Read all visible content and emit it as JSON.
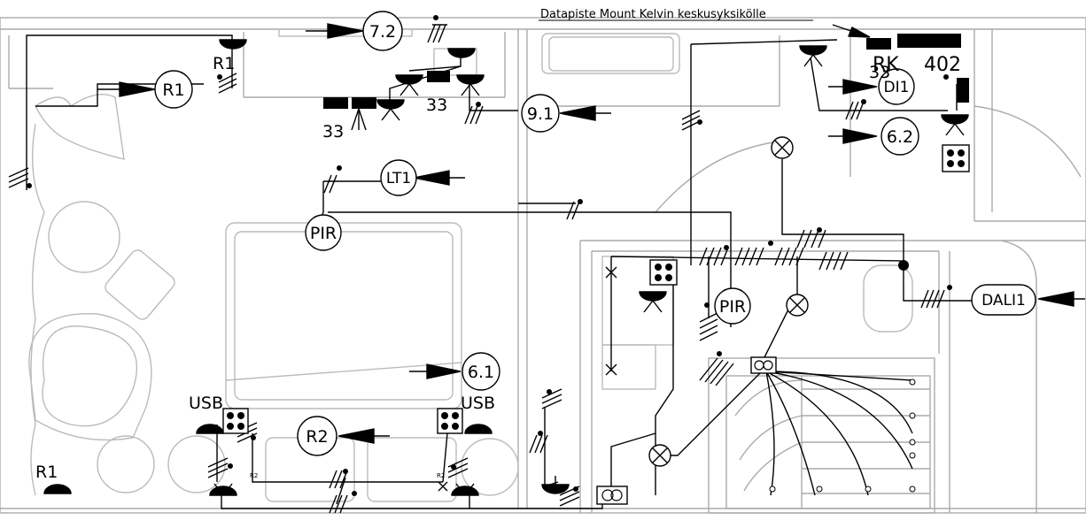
{
  "header_note": "Datapiste Mount Kelvin keskusyksikölle",
  "room_number": "402",
  "rk_label": "RK",
  "circuits": {
    "c72": "7.2",
    "c91": "9.1",
    "c62": "6.2",
    "c61": "6.1",
    "di1": "DI1",
    "r1": "R1",
    "r2": "R2",
    "lt1": "LT1",
    "pir": "PIR",
    "dali1": "DALI1"
  },
  "fixture_labels": {
    "r1_top": "R1",
    "r1_bottom": "R1",
    "usb_left": "USB",
    "usb_right": "USB",
    "n33_left": "33",
    "n33_mid": "33",
    "n33_right": "33",
    "r2_small_left": "R2",
    "r2_small_right": "R2"
  },
  "colors": {
    "wire": "#000000",
    "wall": "#aaaaaa",
    "furniture": "#bbbbbb"
  }
}
